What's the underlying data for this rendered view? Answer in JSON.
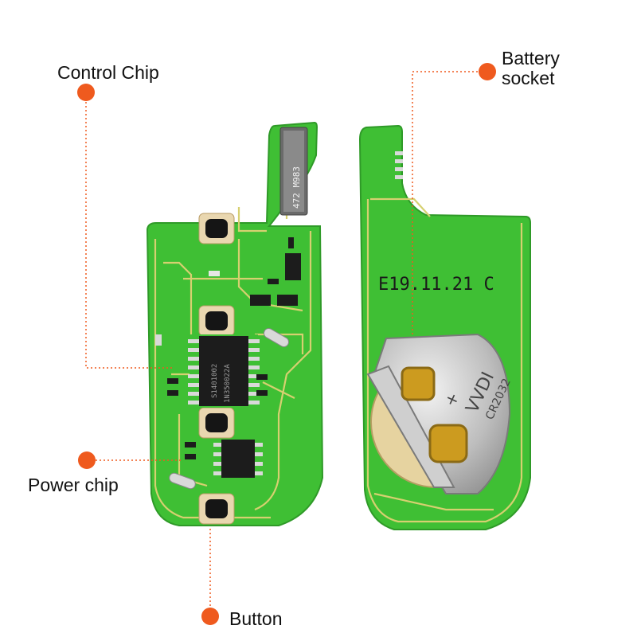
{
  "colors": {
    "accent": "#ef5a1e",
    "pcb_green": "#3fbf34",
    "trace": "#d6d070",
    "chip": "#1c1c1c",
    "metal": "#bfbfbf"
  },
  "callouts": {
    "control_chip": "Control Chip",
    "battery_socket_line1": "Battery",
    "battery_socket_line2": "socket",
    "power_chip": "Power chip",
    "button": "Button"
  },
  "board": {
    "print_code": "E19.11.21 C",
    "connector_marking": "472 M983",
    "chip_marking_1": "S1401002",
    "chip_marking_2": "1N350022A",
    "battery_marking_1": "VVDI",
    "battery_marking_2": "CR2032",
    "polarity": "+"
  }
}
